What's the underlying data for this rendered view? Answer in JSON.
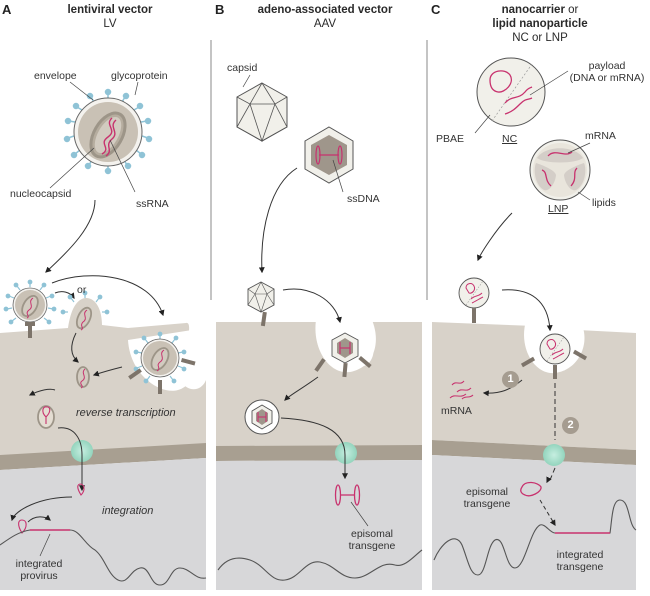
{
  "figure": {
    "panels": [
      {
        "letter": "A",
        "title_bold": "lentiviral vector",
        "title_abbr": "LV",
        "labels": {
          "envelope": "envelope",
          "glycoprotein": "glycoprotein",
          "nucleocapsid": "nucleocapsid",
          "ssrna": "ssRNA",
          "or": "or",
          "reverse_transcription": "reverse transcription",
          "integration": "integration",
          "integrated_provirus_1": "integrated",
          "integrated_provirus_2": "provirus"
        }
      },
      {
        "letter": "B",
        "title_bold": "adeno-associated vector",
        "title_abbr": "AAV",
        "labels": {
          "capsid": "capsid",
          "ssdna": "ssDNA",
          "episomal_transgene_1": "episomal",
          "episomal_transgene_2": "transgene"
        }
      },
      {
        "letter": "C",
        "title_bold_1": "nanocarrier",
        "title_plain_1": " or",
        "title_bold_2": "lipid nanoparticle",
        "title_abbr": "NC or LNP",
        "labels": {
          "payload_1": "payload",
          "payload_2": "(DNA or mRNA)",
          "pbae": "PBAE",
          "nc": "NC",
          "mrna_top": "mRNA",
          "lnp": "LNP",
          "lipids": "lipids",
          "mrna_cyto": "mRNA",
          "step1": "1",
          "step2": "2",
          "episomal_transgene_1": "episomal",
          "episomal_transgene_2": "transgene",
          "integrated_transgene_1": "integrated",
          "integrated_transgene_2": "transgene"
        }
      }
    ],
    "colors": {
      "cytoplasm": "#d8d2c9",
      "membrane_nuclear": "#a89f91",
      "nucleus": "#d7d7d9",
      "nucleic_acid": "#c8326e",
      "glycoprotein": "#8fc3d6",
      "pore": "#a8dcc8",
      "capsule": "#c9c1b5",
      "receptor": "#7d746a"
    }
  }
}
